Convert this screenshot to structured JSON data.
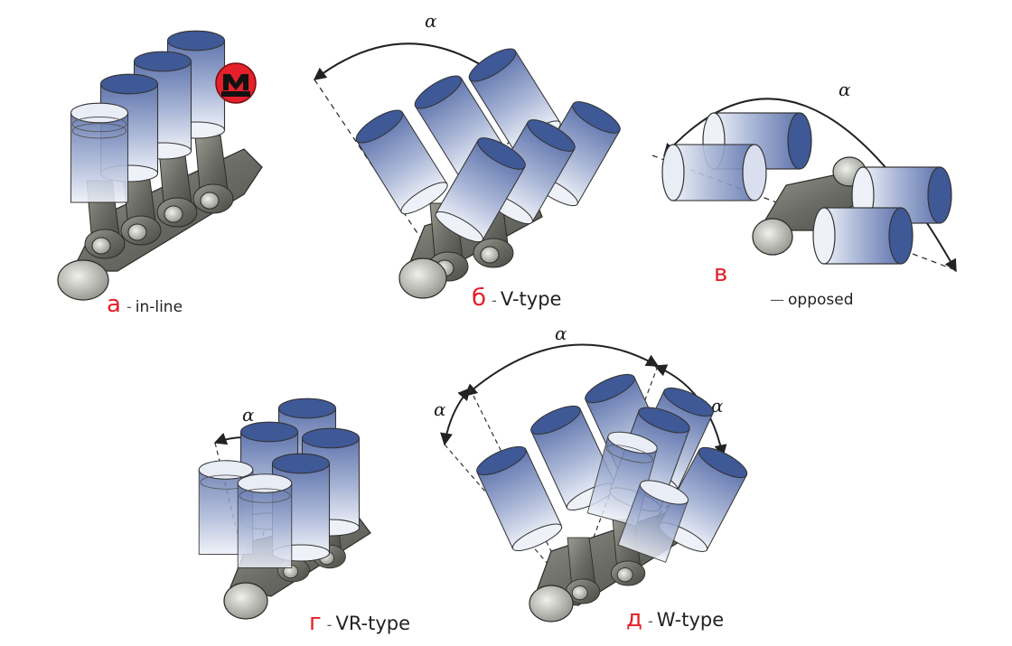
{
  "labels": [
    {
      "letter": "а",
      "dash": "-",
      "text": "in-line"
    },
    {
      "letter": "б",
      "dash": "-",
      "text": "V-type"
    },
    {
      "letter": "в",
      "dash": "—",
      "text": "opposed"
    },
    {
      "letter": "г",
      "dash": "-",
      "text": "VR-type"
    },
    {
      "letter": "д",
      "dash": "-",
      "text": "W-type"
    }
  ],
  "angle_symbol": "α",
  "colors": {
    "cylinder_top": "#3f5896",
    "cylinder_side_dark": "#5b6fa8",
    "cylinder_side_light": "#e4e9f4",
    "crank_metal": "#6c6c66",
    "label_accent": "#e4202a",
    "logo_red": "#e4202a"
  }
}
